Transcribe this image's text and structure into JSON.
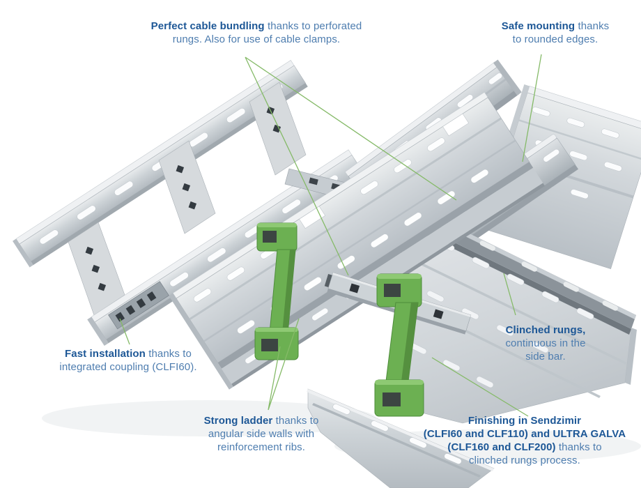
{
  "figure_title": "Cable ladder features diagram",
  "annotations": {
    "cable_bundling": {
      "lines": [
        [
          {
            "t": "Perfect cable bundling",
            "b": true
          },
          {
            "t": " thanks to perforated",
            "b": false
          }
        ],
        [
          {
            "t": "rungs. Also for use of cable clamps.",
            "b": false
          }
        ]
      ]
    },
    "safe_mounting": {
      "lines": [
        [
          {
            "t": "Safe mounting",
            "b": true
          },
          {
            "t": " thanks",
            "b": false
          }
        ],
        [
          {
            "t": "to rounded edges.",
            "b": false
          }
        ]
      ]
    },
    "fast_installation": {
      "lines": [
        [
          {
            "t": "Fast installation",
            "b": true
          },
          {
            "t": " thanks to",
            "b": false
          }
        ],
        [
          {
            "t": "integrated coupling (CLFI60).",
            "b": false
          }
        ]
      ]
    },
    "clinched_rungs": {
      "lines": [
        [
          {
            "t": "Clinched rungs,",
            "b": true
          }
        ],
        [
          {
            "t": "continuous in the",
            "b": false
          }
        ],
        [
          {
            "t": "side bar.",
            "b": false
          }
        ]
      ]
    },
    "strong_ladder": {
      "lines": [
        [
          {
            "t": "Strong ladder",
            "b": true
          },
          {
            "t": " thanks to",
            "b": false
          }
        ],
        [
          {
            "t": "angular side walls with",
            "b": false
          }
        ],
        [
          {
            "t": "reinforcement ribs.",
            "b": false
          }
        ]
      ]
    },
    "finishing": {
      "lines": [
        [
          {
            "t": "Finishing in Sendzimir",
            "b": true
          }
        ],
        [
          {
            "t": "(CLFI60 and CLF110) and ULTRA GALVA",
            "b": true
          }
        ],
        [
          {
            "t": "(CLF160 and CLF200)",
            "b": true
          },
          {
            "t": " thanks to",
            "b": false
          }
        ],
        [
          {
            "t": "clinched rungs process.",
            "b": false
          }
        ]
      ]
    }
  },
  "colors": {
    "text_bold_blue": "#1d5796",
    "text_regular_blue": "#4e7daf",
    "leader_green": "#85ba68",
    "accent_green": "#6cb052",
    "background": "#ffffff"
  }
}
